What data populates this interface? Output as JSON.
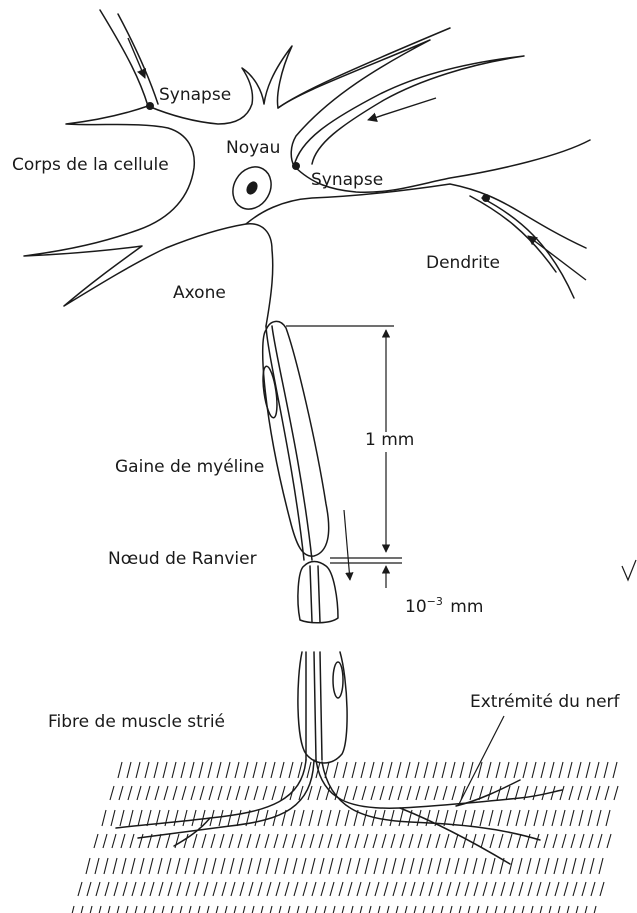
{
  "labels": {
    "synapse_top": "Synapse",
    "noyau": "Noyau",
    "corps_cellule": "Corps de la cellule",
    "synapse_mid": "Synapse",
    "dendrite": "Dendrite",
    "axone": "Axone",
    "one_mm": "1 mm",
    "gaine_myeline": "Gaine de myéline",
    "noeud_ranvier": "Nœud de Ranvier",
    "micro_base": "10",
    "micro_exp": "−3",
    "micro_unit": "mm",
    "extremite_nerf": "Extrémité du nerf",
    "fibre_muscle": "Fibre de muscle strié"
  },
  "colors": {
    "ink": "#1a1a1a",
    "background": "#ffffff"
  }
}
